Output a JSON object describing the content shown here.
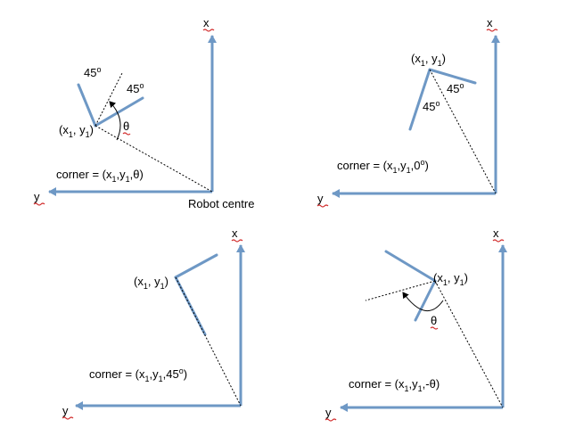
{
  "axis_labels": {
    "x": "x",
    "y": "y"
  },
  "robot_centre_label": "Robot centre",
  "angle_45": "45",
  "degree_mark": "o",
  "theta": "θ",
  "point_label": {
    "open": "(x",
    "one": "1",
    "sep": ", y",
    "close": ")"
  },
  "panels": [
    {
      "corner": {
        "prefix": "corner = (x",
        "mid": ",y",
        "tail": ",θ)"
      }
    },
    {
      "corner": {
        "prefix": "corner = (x",
        "mid": ",y",
        "tail": ",0",
        "sup": "o",
        "end": ")"
      }
    },
    {
      "corner": {
        "prefix": "corner = (x",
        "mid": ",y",
        "tail": ",45",
        "sup": "o",
        "end": ")"
      }
    },
    {
      "corner": {
        "prefix": "corner = (x",
        "mid": ",y",
        "tail": ",-θ)"
      }
    }
  ],
  "colors": {
    "axis": "#6e98c5",
    "squiggle": "#d12a2a"
  }
}
